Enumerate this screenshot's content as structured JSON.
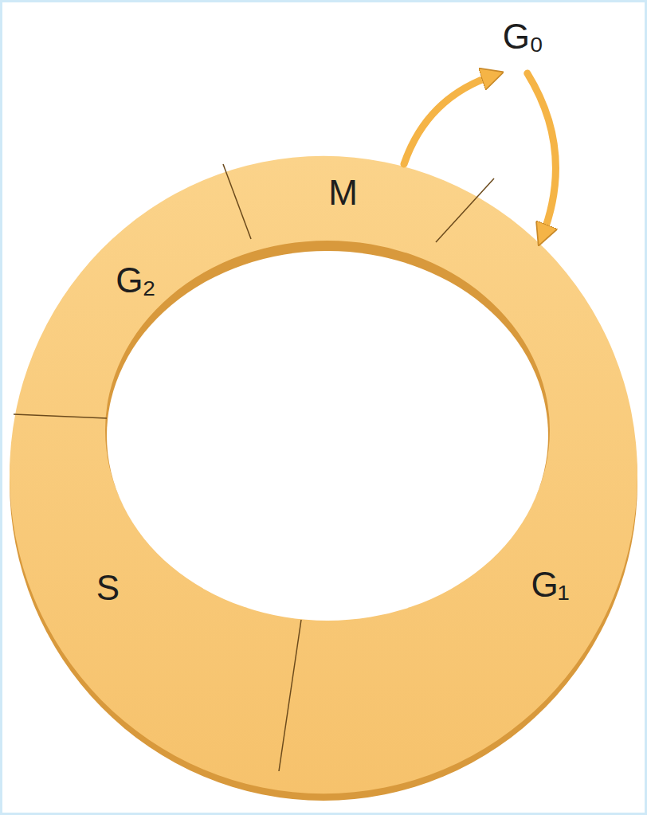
{
  "diagram": {
    "nodes": [
      {
        "text": [
          "G₀"
        ]
      },
      {
        "text": [
          "M"
        ]
      },
      {
        "text": [
          "G₂"
        ]
      },
      {
        "text": [
          "S"
        ]
      },
      {
        "text": [
          "G₁"
        ]
      }
    ],
    "edges": [
      {
        "from": 1,
        "to": 0,
        "arrow": "to"
      },
      {
        "from": 0,
        "to": 4,
        "arrow": "to"
      }
    ]
  }
}
